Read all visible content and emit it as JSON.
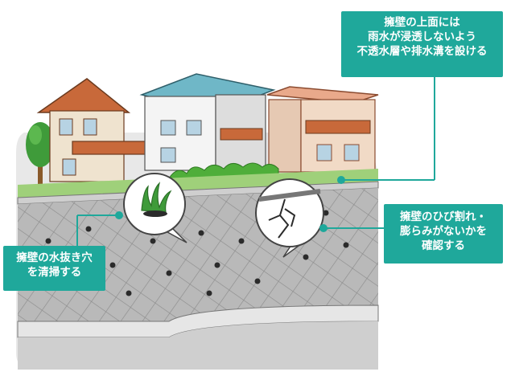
{
  "callouts": {
    "top": [
      "擁壁の上面には",
      "雨水が浸透しないよう",
      "不透水層や排水溝を設ける"
    ],
    "right": [
      "擁壁のひび割れ・",
      "膨らみがないかを",
      "確認する"
    ],
    "left": [
      "擁壁の水抜き穴",
      "を清掃する"
    ]
  },
  "colors": {
    "callout": "#1fa89b",
    "wall": "#b9b9b9",
    "grid": "#8c8c8c",
    "grass": "#5aa82e",
    "ground": "#dedede"
  },
  "icons": [
    "house-icon",
    "tree-icon",
    "hedge-icon",
    "weed-icon",
    "crack-icon",
    "drain-hole-icon"
  ]
}
